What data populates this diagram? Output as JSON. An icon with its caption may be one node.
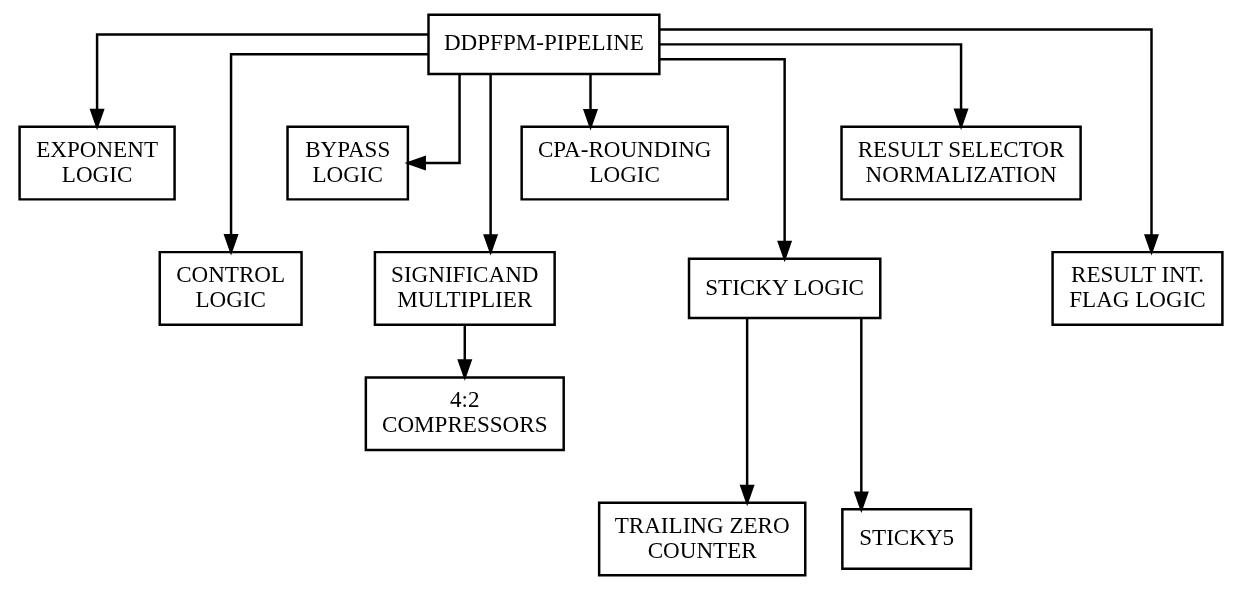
{
  "diagram": {
    "nodes": [
      {
        "text": [
          "DDPFPM-PIPELINE"
        ]
      },
      {
        "text": [
          "EXPONENT LOGIC"
        ]
      },
      {
        "text": [
          "CONTROL LOGIC"
        ]
      },
      {
        "text": [
          "BYPASS LOGIC"
        ]
      },
      {
        "text": [
          "SIGNIFICAND MULTIPLIER"
        ]
      },
      {
        "text": [
          "CPA-ROUNDING LOGIC"
        ]
      },
      {
        "text": [
          "STICKY LOGIC"
        ]
      },
      {
        "text": [
          "RESULT SELECTOR NORMALIZATION"
        ]
      },
      {
        "text": [
          "RESULT INT. FLAG LOGIC"
        ]
      },
      {
        "text": [
          "4:2 COMPRESSORS"
        ]
      },
      {
        "text": [
          "TRAILING ZERO COUNTER"
        ]
      },
      {
        "text": [
          "STICKY5"
        ]
      }
    ],
    "edges": [
      {
        "from": 0,
        "to": 1,
        "arrow": "to"
      },
      {
        "from": 0,
        "to": 2,
        "arrow": "to"
      },
      {
        "from": 0,
        "to": 3,
        "arrow": "to"
      },
      {
        "from": 0,
        "to": 4,
        "arrow": "to"
      },
      {
        "from": 0,
        "to": 5,
        "arrow": "to"
      },
      {
        "from": 0,
        "to": 6,
        "arrow": "to"
      },
      {
        "from": 0,
        "to": 7,
        "arrow": "to"
      },
      {
        "from": 0,
        "to": 8,
        "arrow": "to"
      },
      {
        "from": 4,
        "to": 9,
        "arrow": "to"
      },
      {
        "from": 6,
        "to": 10,
        "arrow": "to"
      },
      {
        "from": 6,
        "to": 11,
        "arrow": "to"
      }
    ]
  }
}
